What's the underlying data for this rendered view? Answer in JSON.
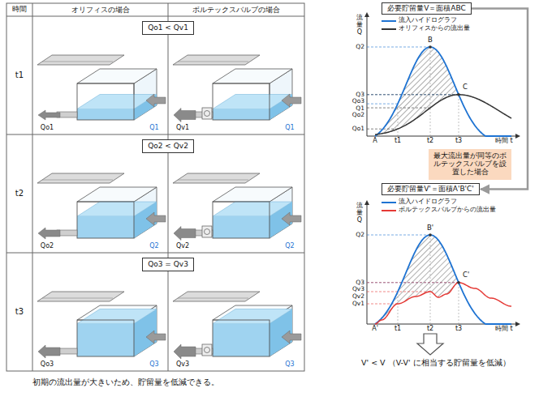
{
  "diagram": {
    "caption": "初期の流出量が大きいため、貯留量を低減できる。",
    "nodes": [
      {
        "text": [
          "時間"
        ]
      },
      {
        "text": [
          "オリフィスの場合"
        ]
      },
      {
        "text": [
          "ボルテックスバルブの場合"
        ]
      },
      {
        "text": [
          "t1"
        ]
      },
      {
        "text": [
          "Qo1 < Qv1"
        ]
      },
      {
        "text": [
          "t2"
        ]
      },
      {
        "text": [
          "Qo2 < Qv2"
        ]
      },
      {
        "text": [
          "t3"
        ]
      },
      {
        "text": [
          "Qo3 = Qv3"
        ]
      },
      {
        "text": [
          "必要貯留量V＝面積ABC"
        ]
      },
      {
        "text": [
          "最大流出量が同等のボルテックスバルブを設置した場合"
        ]
      },
      {
        "text": [
          "必要貯留量V'＝面積A'B'C'"
        ]
      }
    ],
    "edges": [
      {
        "from": 9,
        "to": 11,
        "arrow": "to"
      }
    ],
    "labels": [
      "Qo1",
      "Q1",
      "Qv1",
      "Q1",
      "Qo2",
      "Q2",
      "Qv2",
      "Q2",
      "Qo3",
      "Q3",
      "Qv3",
      "Q3",
      "流量Q",
      "Q2",
      "Q3",
      "Qo3",
      "Q1",
      "Qo2",
      "Qo1",
      "A",
      "t1",
      "t2",
      "t3",
      "B",
      "C",
      "時間 t",
      "流量Q",
      "Q2",
      "Q3",
      "Qv3",
      "Qv2",
      "Qv1",
      "A'",
      "t1",
      "t2",
      "t3",
      "B'",
      "C'",
      "時間 t",
      "V' < V （V-V' に相当する貯留量を低減）"
    ],
    "legend": [
      {
        "text": "流入ハイドログラフ"
      },
      {
        "text": "オリフィスからの流出量"
      },
      {
        "text": "流入ハイドログラフ"
      },
      {
        "text": "ボルテックスバルブからの流出量"
      }
    ]
  }
}
